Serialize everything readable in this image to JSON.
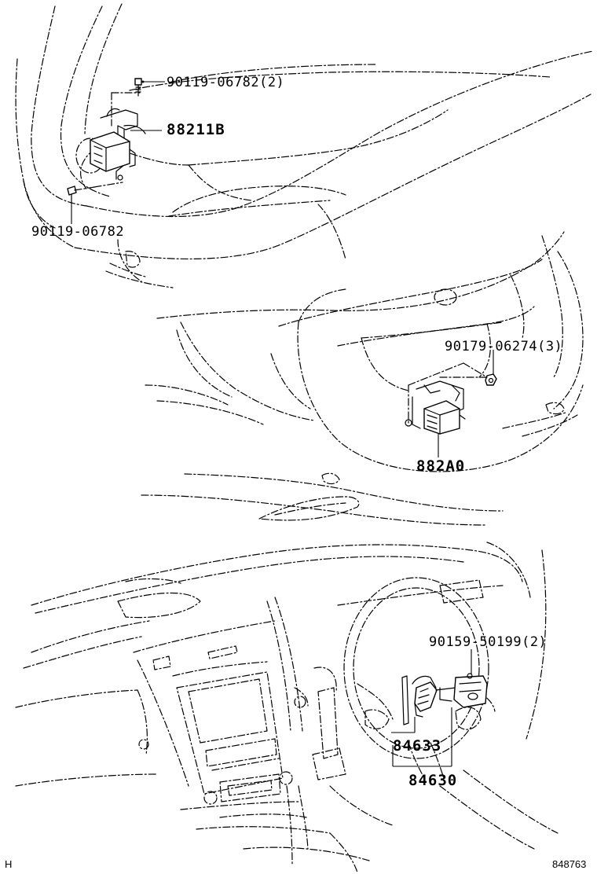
{
  "callouts": {
    "bolt_top": "90119-06782(2)",
    "sensor_front": "88211B",
    "bolt_left": "90119-06782",
    "nut_rear": "90179-06274(3)",
    "sensor_rear": "882A0",
    "screw_steering": "90159-50199(2)",
    "switch_sub": "84633",
    "switch_assy": "84630"
  },
  "footer": {
    "code_left": "H",
    "diagram_id": "848763"
  }
}
